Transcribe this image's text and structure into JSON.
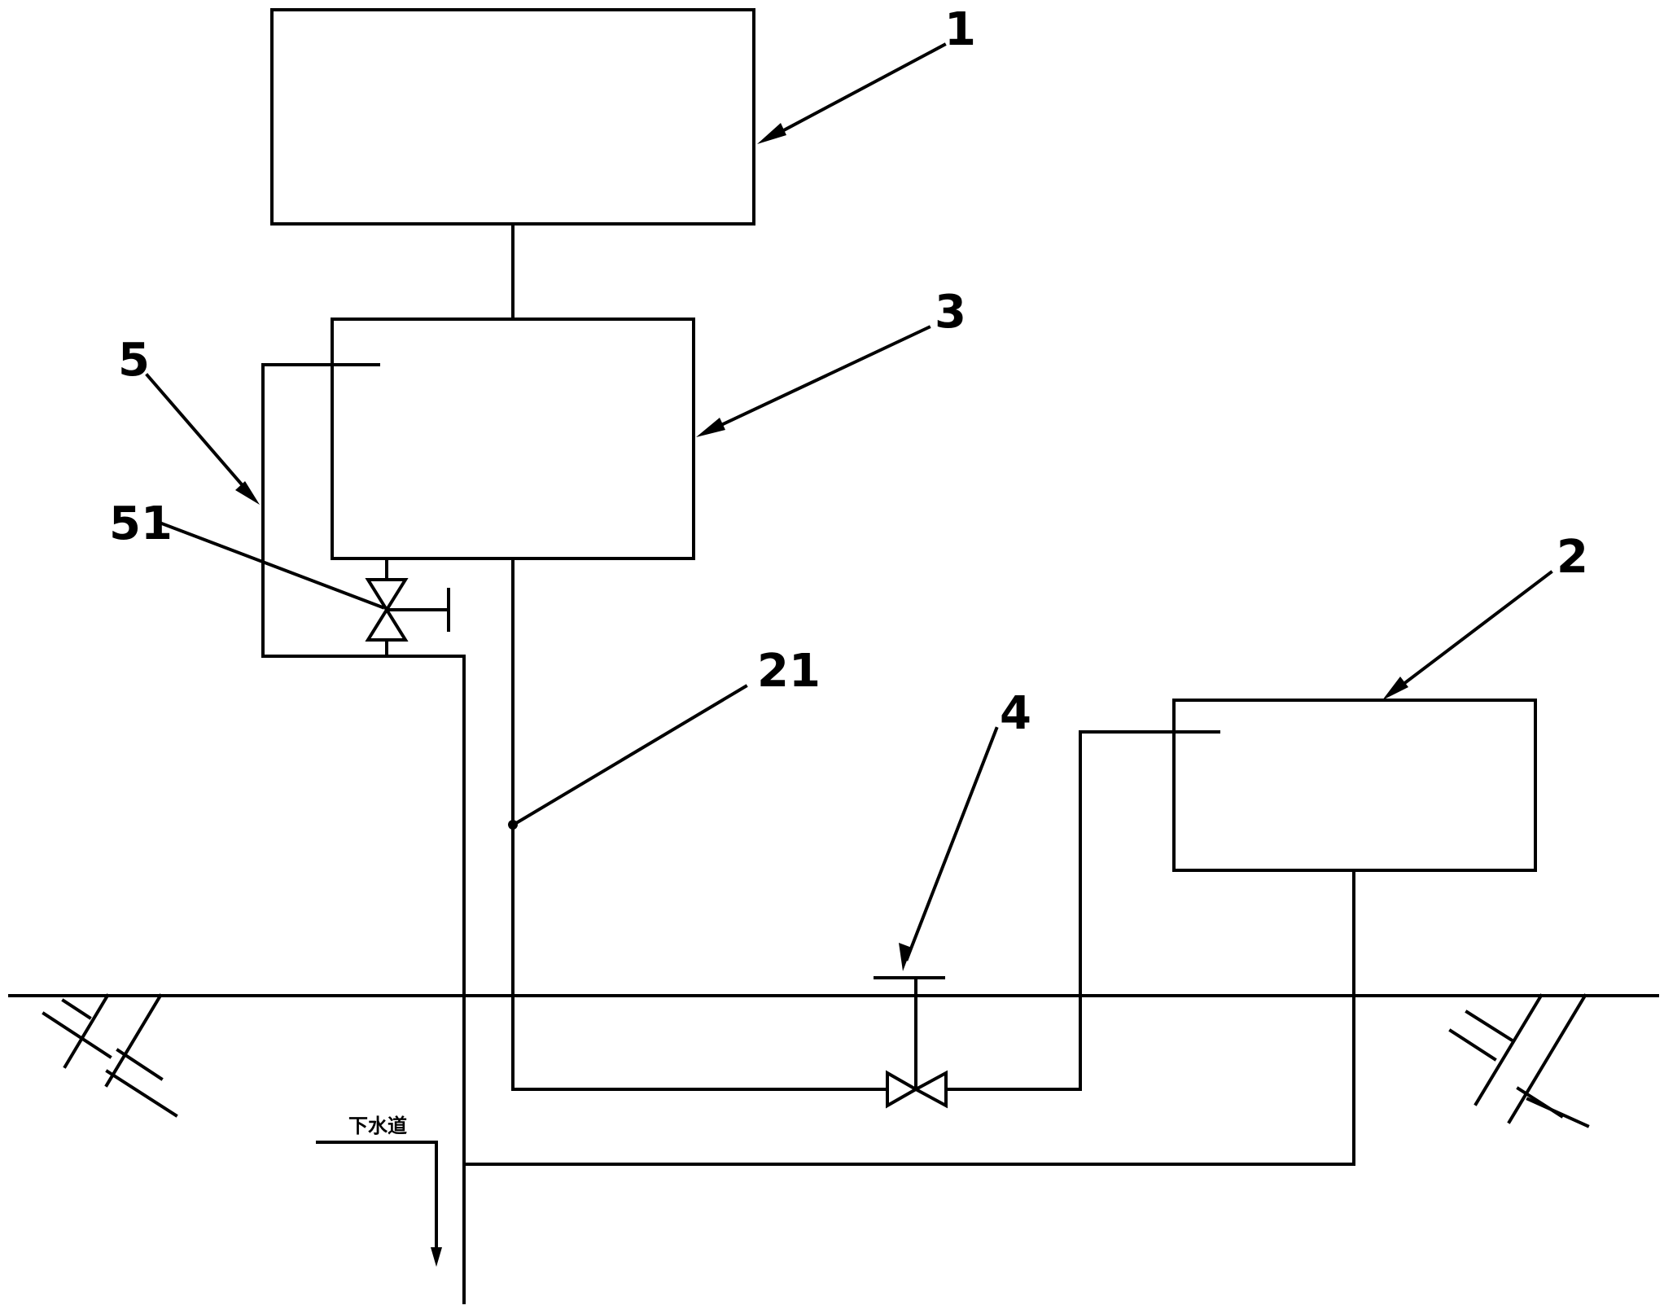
{
  "diagram": {
    "labels": {
      "unit_1": "1",
      "unit_2": "2",
      "unit_3": "3",
      "valve_4": "4",
      "pipe_5": "5",
      "valve_51": "51",
      "node_21": "21"
    },
    "drain_label": "下水道",
    "colors": {
      "line": "#000000",
      "background": "#ffffff"
    }
  }
}
